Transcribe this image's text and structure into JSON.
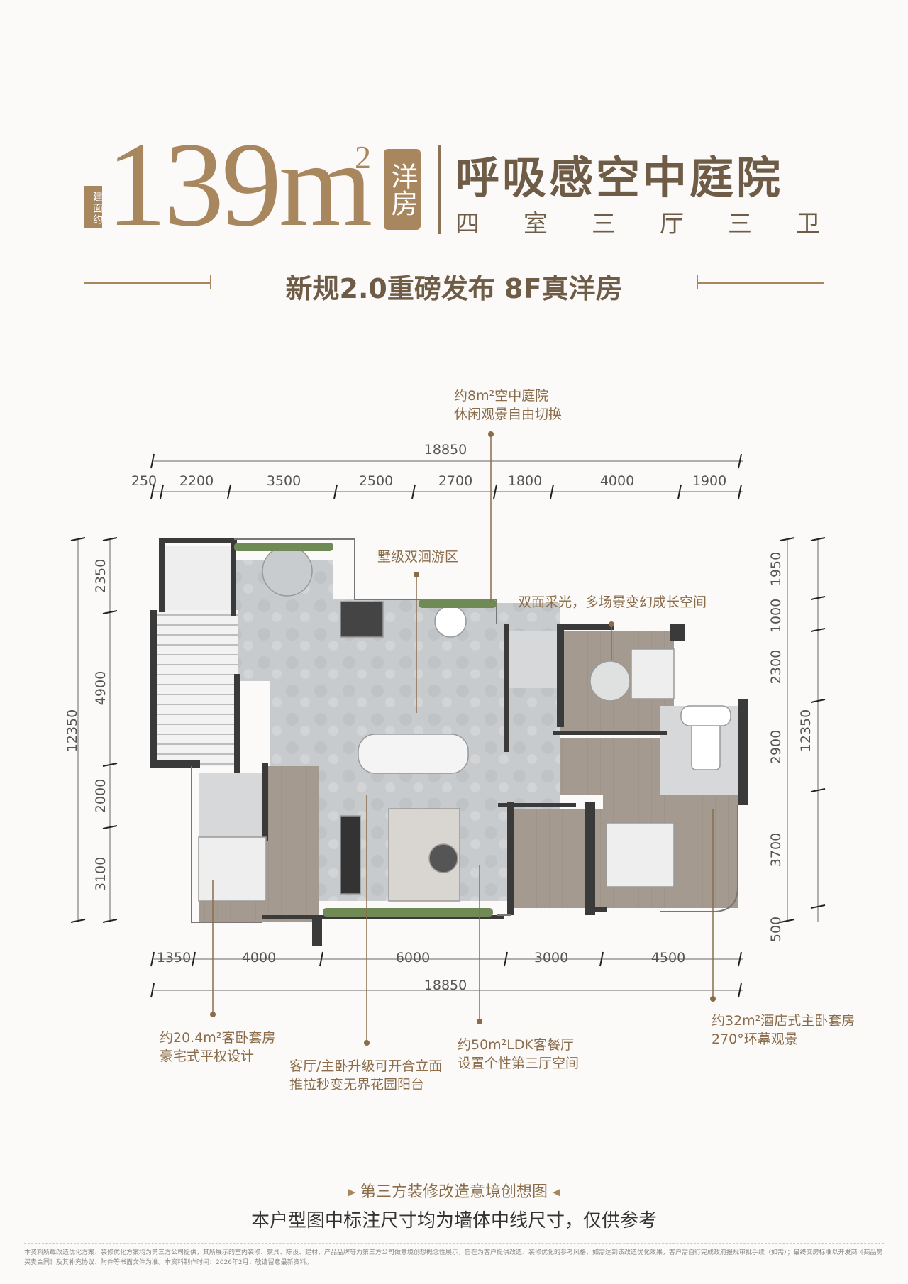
{
  "header": {
    "tag_small": "建面约",
    "area_value": "139m",
    "area_sup": "2",
    "type_tag": "洋房",
    "title": "呼吸感空中庭院",
    "subtitle": "四室三厅三卫",
    "release": "新规2.0重磅发布  8F真洋房"
  },
  "plan": {
    "top_total": "18850",
    "top_dims": [
      "250",
      "2200",
      "3500",
      "2500",
      "2700",
      "1800",
      "4000",
      "1900"
    ],
    "bottom_dims": [
      "1350",
      "4000",
      "6000",
      "3000",
      "4500"
    ],
    "bottom_total": "18850",
    "left_total": "12350",
    "left_dims": [
      "2350",
      "4900",
      "2000",
      "3100"
    ],
    "right_total": "12350",
    "right_dims": [
      "1950",
      "1000",
      "2300",
      "2900",
      "3700",
      "500"
    ]
  },
  "callouts": {
    "courtyard_line1": "约8m²空中庭院",
    "courtyard_line2": "休闲观景自由切换",
    "loop_zone": "墅级双洄游区",
    "lighting": "双面采光，多场景变幻成长空间",
    "guest_line1": "约20.4m²客卧套房",
    "guest_line2": "豪宅式平权设计",
    "balcony_line1": "客厅/主卧升级可开合立面",
    "balcony_line2": "推拉秒变无界花园阳台",
    "ldk_line1": "约50m²LDK客餐厅",
    "ldk_line2": "设置个性第三厅空间",
    "master_line1": "约32m²酒店式主卧套房",
    "master_line2": "270°环幕观景"
  },
  "footer": {
    "note1": "第三方装修改造意境创想图",
    "note2": "本户型图中标注尺寸均为墙体中线尺寸，仅供参考",
    "disclaimer": "本资料所载改造优化方案、装修优化方案均为第三方公司提供，其所展示的室内装修、家具、陈设、建材、产品品牌等为第三方公司做意境创想概念性展示，旨在为客户提供改造、装修优化的参考风格，如需达到该改造优化效果，客户需自行完成政府报规审批手续（如需）；最终交房标准以开发商《商品房买卖合同》及其补充协议、附件等书面文件为准。本资料制作时间：2026年2月，敬请留意最新资料。"
  },
  "colors": {
    "accent": "#a8875f",
    "text": "#6e5c47",
    "wall": "#3a3a3a",
    "floor_tile": "#c9ccce",
    "floor_wood": "#a69d94"
  }
}
